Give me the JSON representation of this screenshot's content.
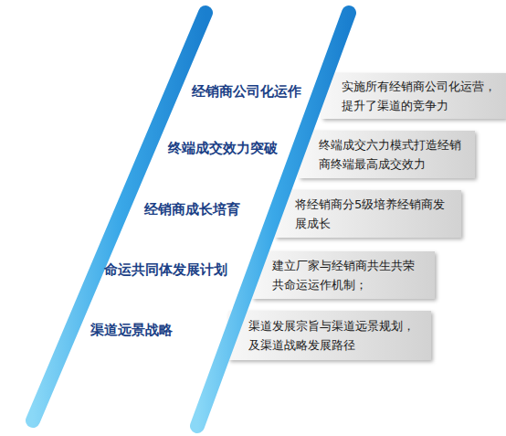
{
  "diagram": {
    "nodes": [
      {
        "text": [
          "经销商公司化运作"
        ]
      },
      {
        "text": [
          "实施所有经销商公司化运营，提升了渠道的竞争力"
        ]
      },
      {
        "text": [
          "终端成交效力突破"
        ]
      },
      {
        "text": [
          "终端成交六力模式打造经销商终端最高成交效力"
        ]
      },
      {
        "text": [
          "经销商成长培育"
        ]
      },
      {
        "text": [
          "将经销商分5级培养经销商发展成长"
        ]
      },
      {
        "text": [
          "命运共同体发展计划"
        ]
      },
      {
        "text": [
          "建立厂家与经销商共生共荣共命运运作机制；"
        ]
      },
      {
        "text": [
          "渠道远景战略"
        ]
      },
      {
        "text": [
          "渠道发展宗旨与渠道远景规划，及渠道战略发展路径"
        ]
      }
    ]
  }
}
